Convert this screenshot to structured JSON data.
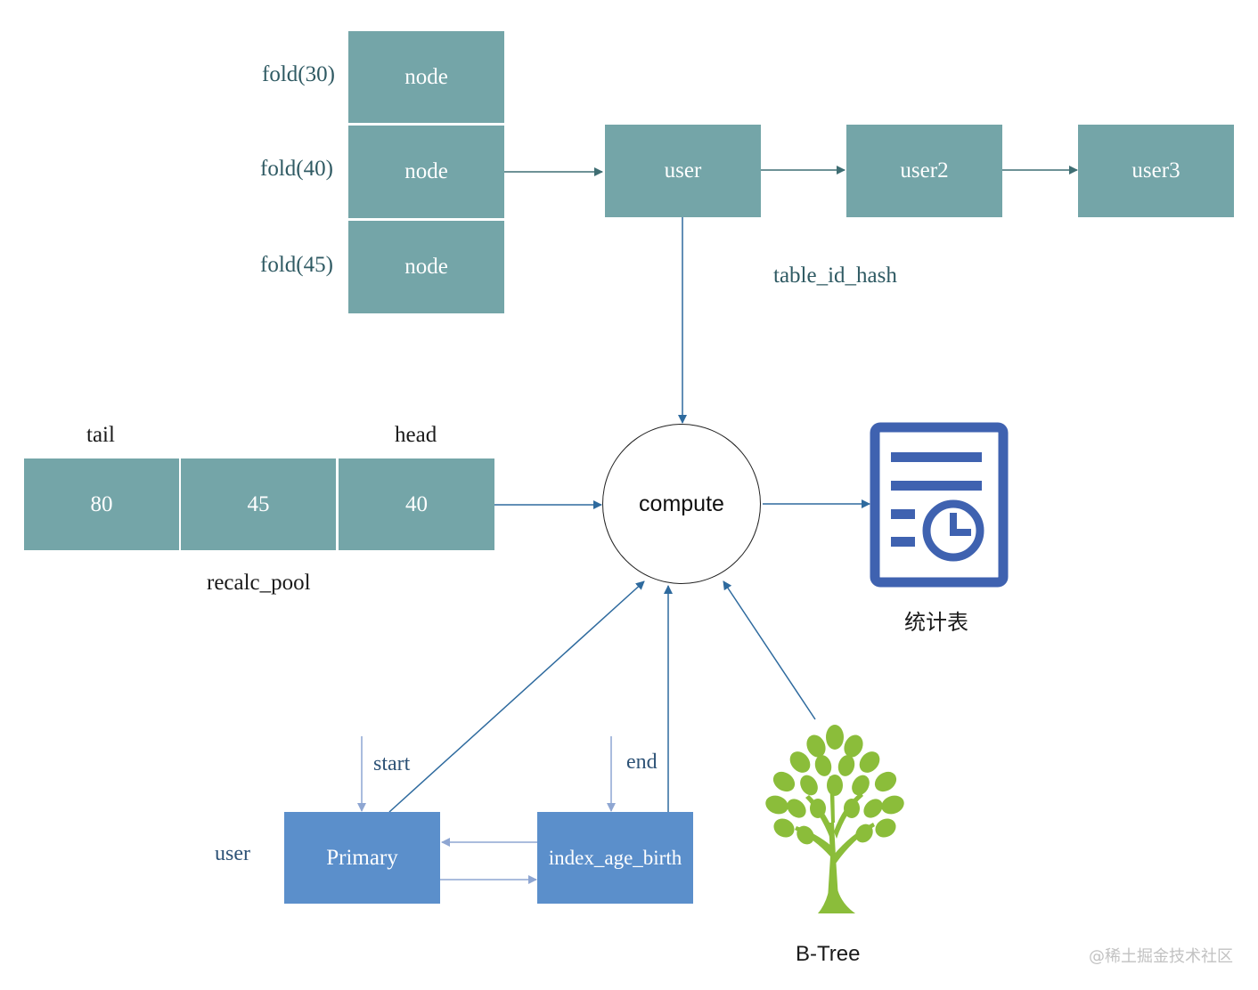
{
  "hash_column": {
    "labels": [
      "fold(30)",
      "fold(40)",
      "fold(45)"
    ],
    "nodes": [
      "node",
      "node",
      "node"
    ]
  },
  "user_chain": [
    "user",
    "user2",
    "user3"
  ],
  "hash_caption": "table_id_hash",
  "queue": {
    "tail_label": "tail",
    "head_label": "head",
    "cells": [
      "80",
      "45",
      "40"
    ],
    "caption": "recalc_pool"
  },
  "compute_label": "compute",
  "stats_caption": "统计表",
  "index": {
    "side_label": "user",
    "primary": "Primary",
    "secondary": "index_age_birth",
    "start_label": "start",
    "end_label": "end"
  },
  "btree_caption": "B-Tree",
  "watermark": "@稀土掘金技术社区",
  "colors": {
    "teal_box": "#74a5a8",
    "blue_box": "#5b8fcb",
    "report_icon": "#3f62b0",
    "tree": "#8bbd3a"
  }
}
